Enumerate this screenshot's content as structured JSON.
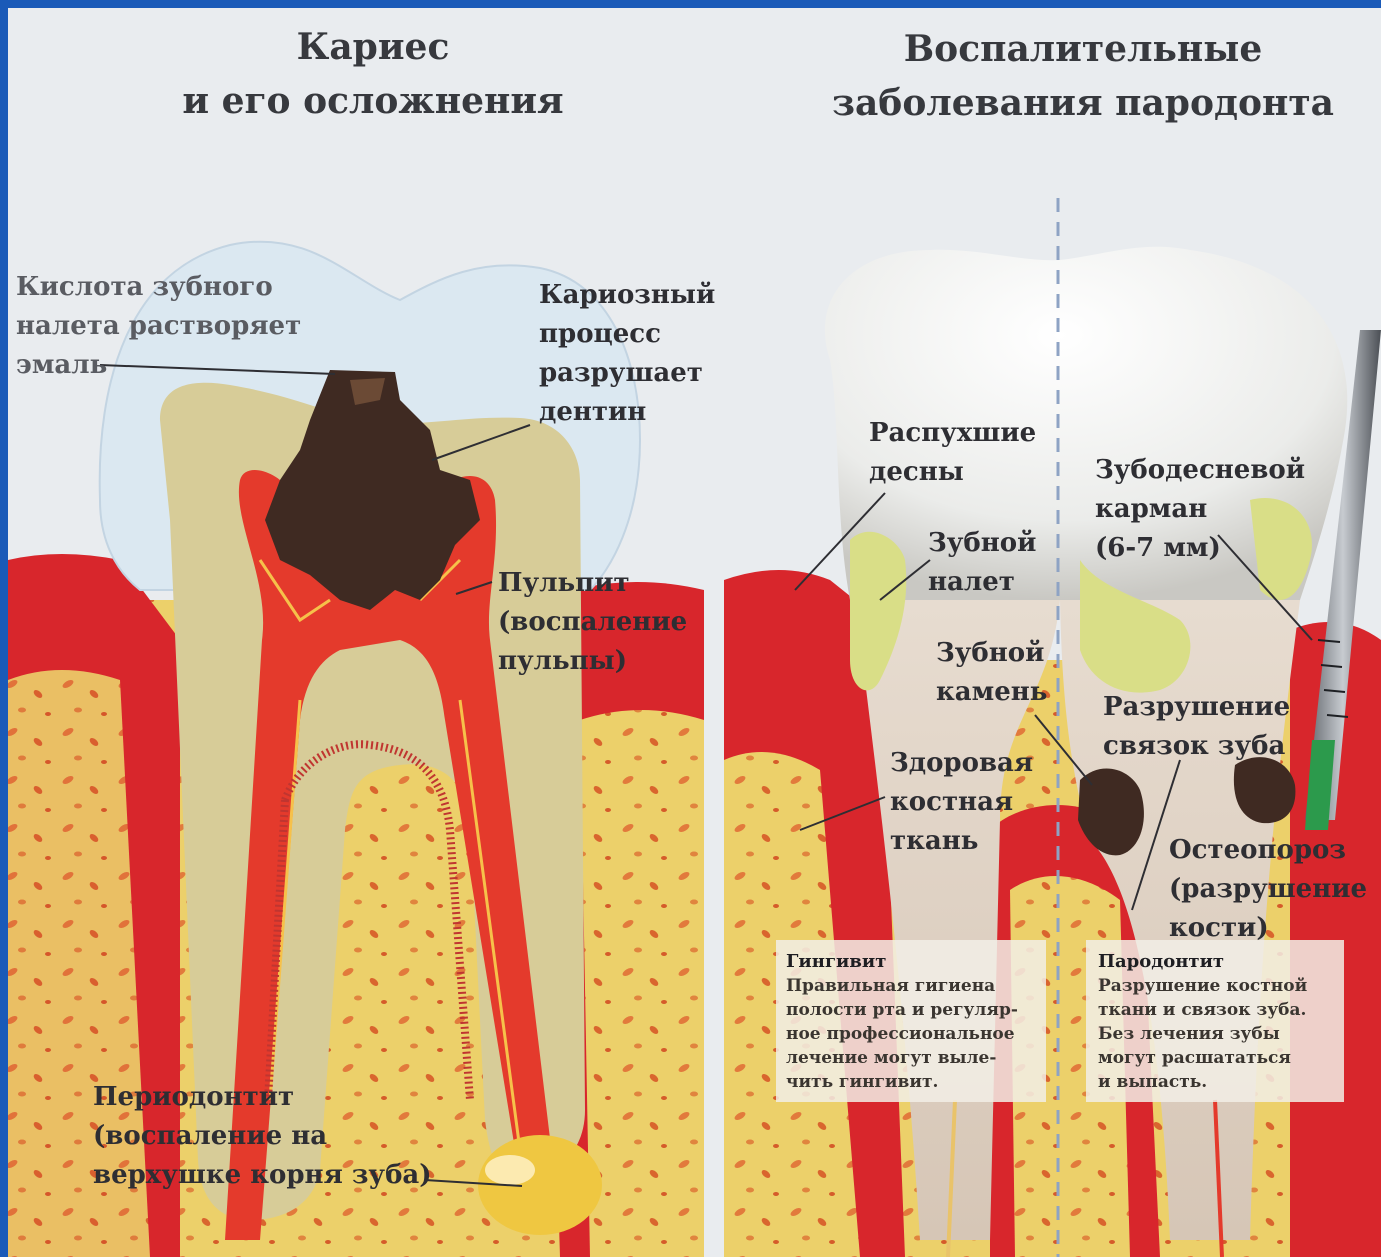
{
  "titles": {
    "left": [
      "Кариес",
      "и его осложнения"
    ],
    "right": [
      "Воспалительные",
      "заболевания пародонта"
    ]
  },
  "labels": {
    "acid": [
      "Кислота зубного",
      "налета растворяет",
      "эмаль"
    ],
    "caries_process": [
      "Кариозный",
      "процесс",
      "разрушает",
      "дентин"
    ],
    "pulpitis": [
      "Пульпит",
      "(воспаление",
      "пульпы)"
    ],
    "periodontitis_root": [
      "Периодонтит",
      "(воспаление на",
      "верхушке корня зуба)"
    ],
    "swollen_gums": [
      "Распухшие",
      "десны"
    ],
    "plaque": [
      "Зубной",
      "налет"
    ],
    "calculus": [
      "Зубной",
      "камень"
    ],
    "healthy_bone": [
      "Здоровая",
      "костная",
      "ткань"
    ],
    "gum_pocket": [
      "Зубодесневой",
      "карман",
      "(6-7 мм)"
    ],
    "ligament_destruction": [
      "Разрушение",
      "связок зуба"
    ],
    "osteoporosis": [
      "Остеопороз",
      "(разрушение",
      "кости)"
    ]
  },
  "notes": {
    "gingivitis": {
      "heading": "Гингивит",
      "body": [
        "Правильная гигиена",
        "полости рта и регуляр-",
        "ное профессиональное",
        "лечение могут выле-",
        "чить гингивит."
      ]
    },
    "periodontitis": {
      "heading": "Пародонтит",
      "body": [
        "Разрушение костной",
        "ткани и связок зуба.",
        "Без лечения зубы",
        "могут расшататься",
        "и выпасть."
      ]
    }
  },
  "colors": {
    "frame": "#1a5ab8",
    "enamel": "#dbe8f1",
    "dentin": "#d7cc98",
    "pulp": "#e43a2c",
    "gum": "#d8262c",
    "bone": "#ecd06a",
    "decay": "#3f2a22",
    "plaque": "#d9de87"
  }
}
